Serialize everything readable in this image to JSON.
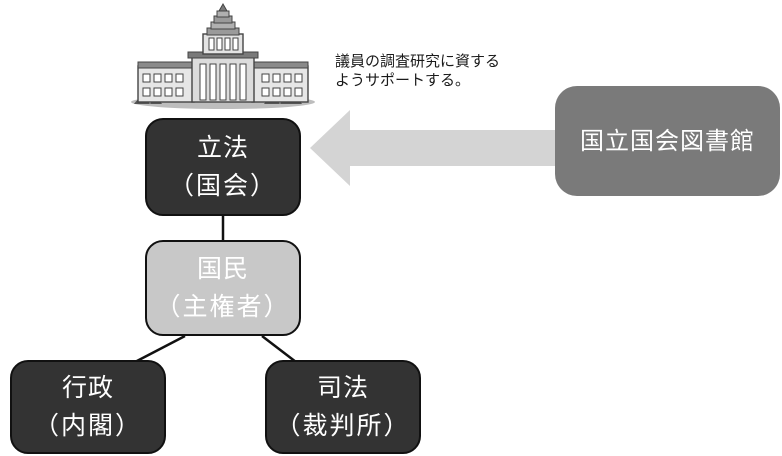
{
  "colors": {
    "dark_box": "#333333",
    "light_box": "#c8c8c8",
    "ndl_box": "#7a7a7a",
    "arrow": "#d4d4d4",
    "line": "#111111"
  },
  "icons": {
    "building": "national-diet-building-icon"
  },
  "legislative": {
    "line1": "立法",
    "line2": "（国会）"
  },
  "citizens": {
    "line1": "国民",
    "line2": "（主権者）"
  },
  "executive": {
    "line1": "行政",
    "line2": "（内閣）"
  },
  "judicial": {
    "line1": "司法",
    "line2": "（裁判所）"
  },
  "ndl": {
    "label": "国立国会図書館"
  },
  "support_note": {
    "line1": "議員の調査研究に資する",
    "line2": "ようサポートする。"
  }
}
